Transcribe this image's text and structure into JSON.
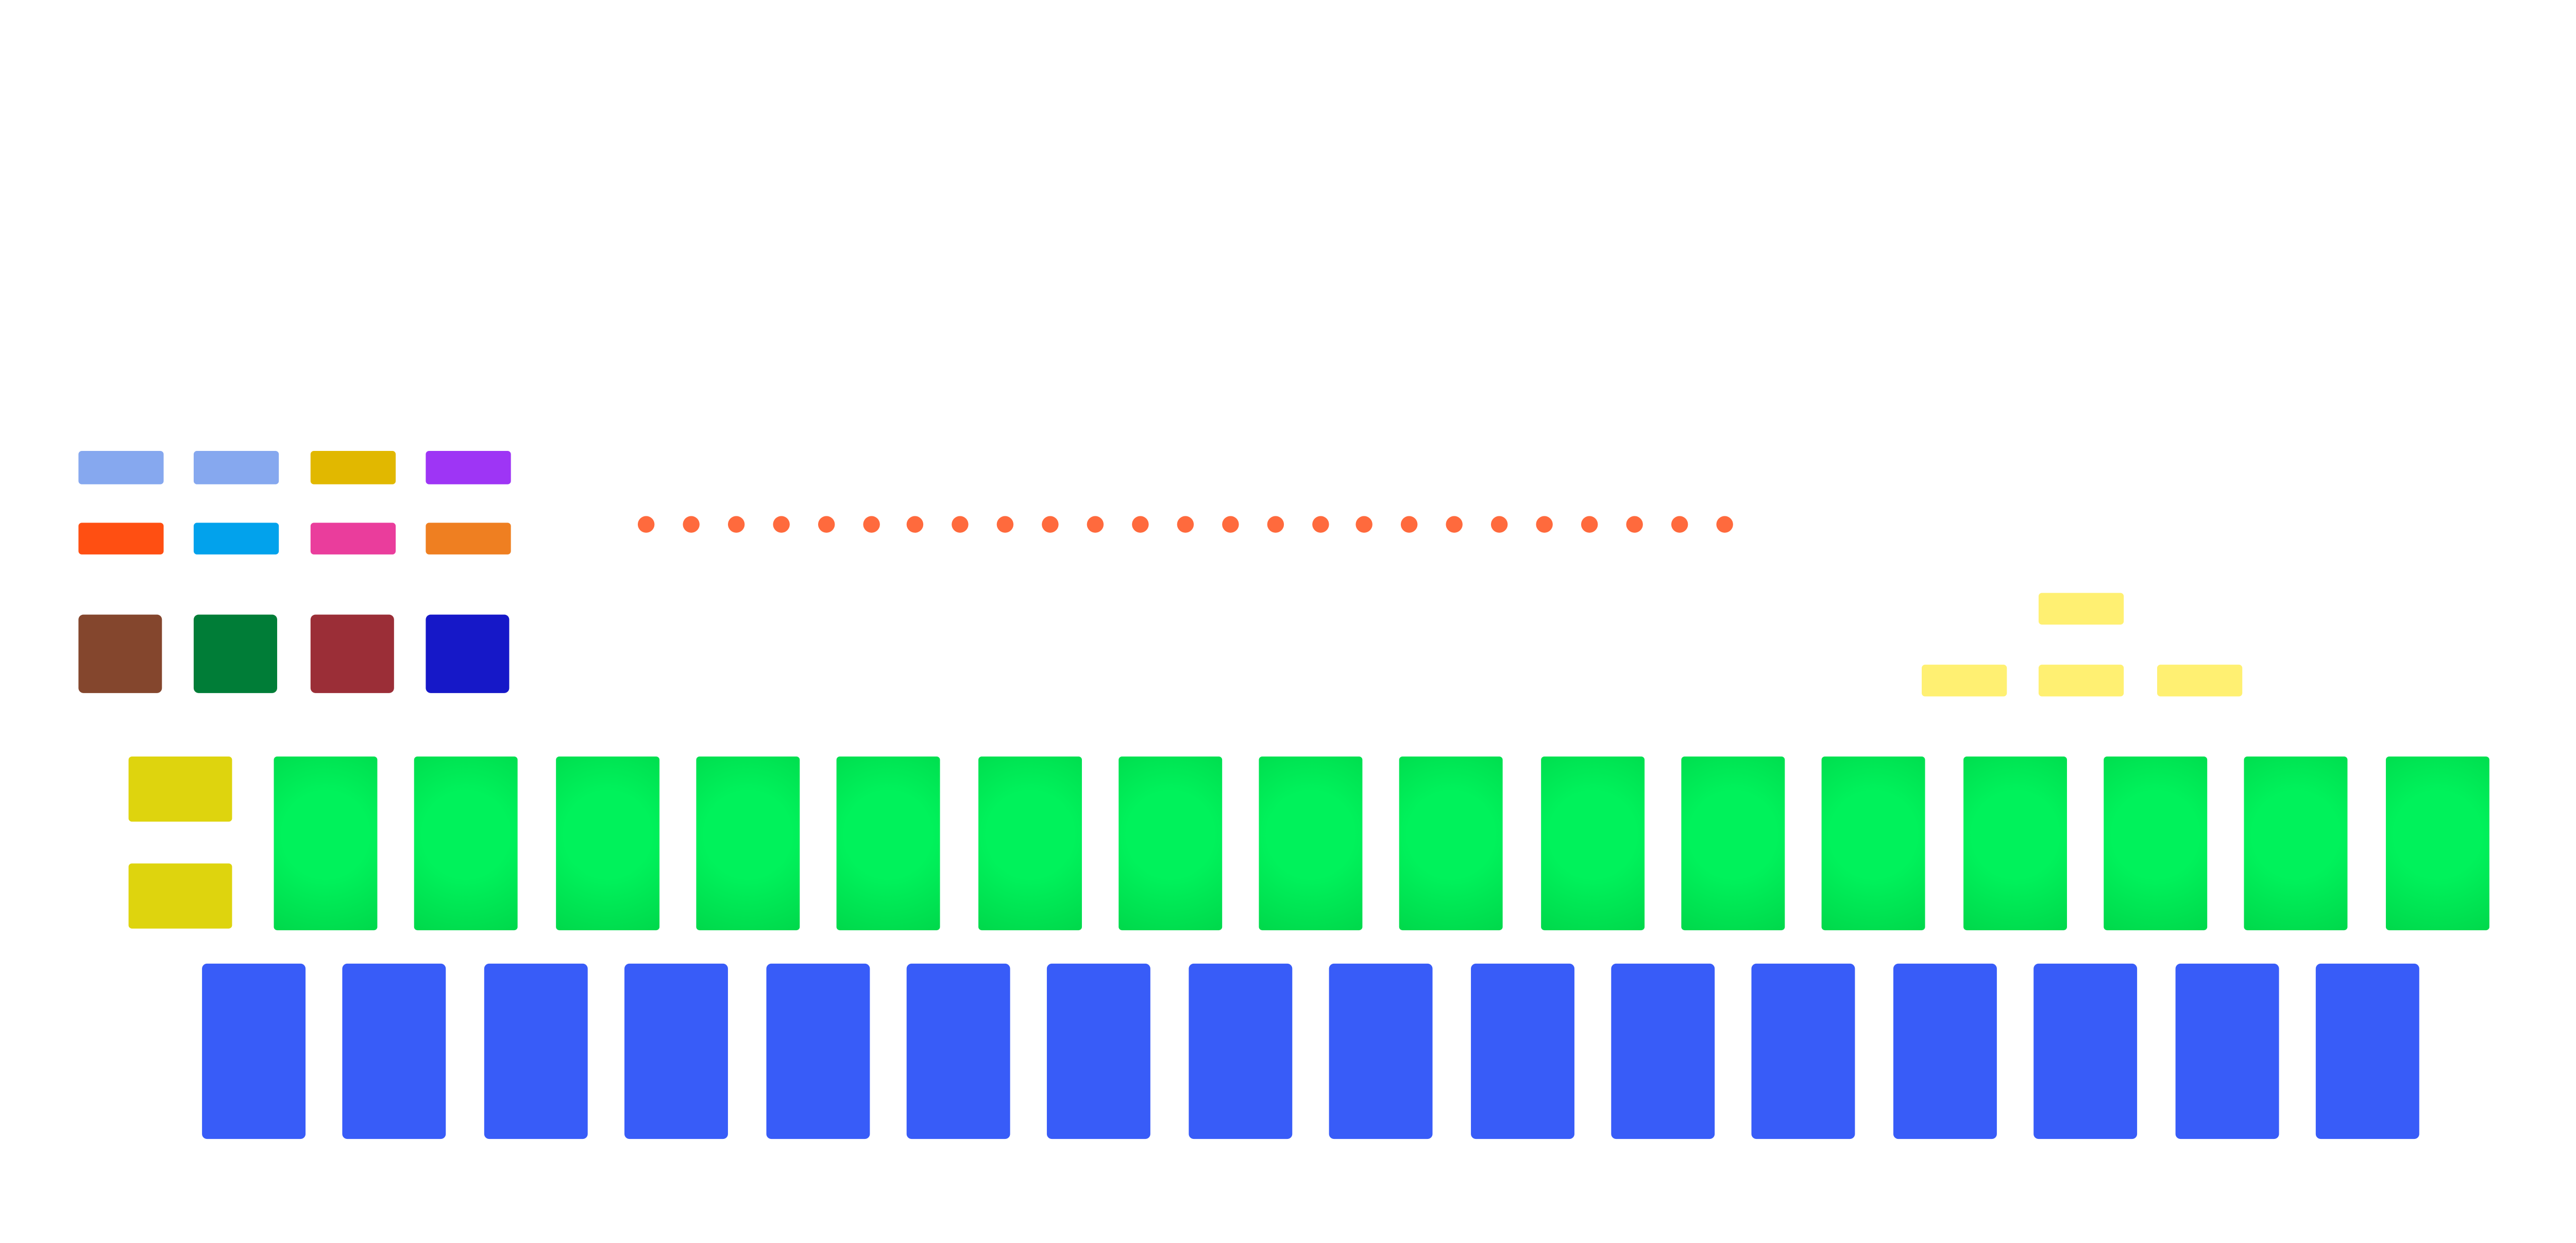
{
  "palette": {
    "row1": [
      {
        "id": "light-blue-1",
        "color": "#86a8ef"
      },
      {
        "id": "light-blue-2",
        "color": "#86a8ef"
      },
      {
        "id": "gold",
        "color": "#e1b800"
      },
      {
        "id": "purple",
        "color": "#9e35f5"
      }
    ],
    "row2": [
      {
        "id": "red-orange",
        "color": "#ff4f12"
      },
      {
        "id": "sky-blue",
        "color": "#02a2ec"
      },
      {
        "id": "pink",
        "color": "#ea3d9c"
      },
      {
        "id": "orange",
        "color": "#ef7f21"
      }
    ],
    "row3": [
      {
        "id": "brown",
        "color": "#84462d"
      },
      {
        "id": "dark-green",
        "color": "#007d37"
      },
      {
        "id": "maroon",
        "color": "#9b2e37"
      },
      {
        "id": "royal-blue",
        "color": "#1618c8"
      }
    ]
  },
  "dots": {
    "count": 25,
    "color": "#ff6a3d"
  },
  "yellow_chips": {
    "count": 4,
    "color": "#fff072"
  },
  "side_pads": {
    "count": 2,
    "color": "#ded40e"
  },
  "green_pads": {
    "count": 16,
    "color_center": "#00f25b",
    "color_edge": "#00d84b"
  },
  "blue_pads": {
    "count": 16,
    "color": "#385cf8"
  }
}
